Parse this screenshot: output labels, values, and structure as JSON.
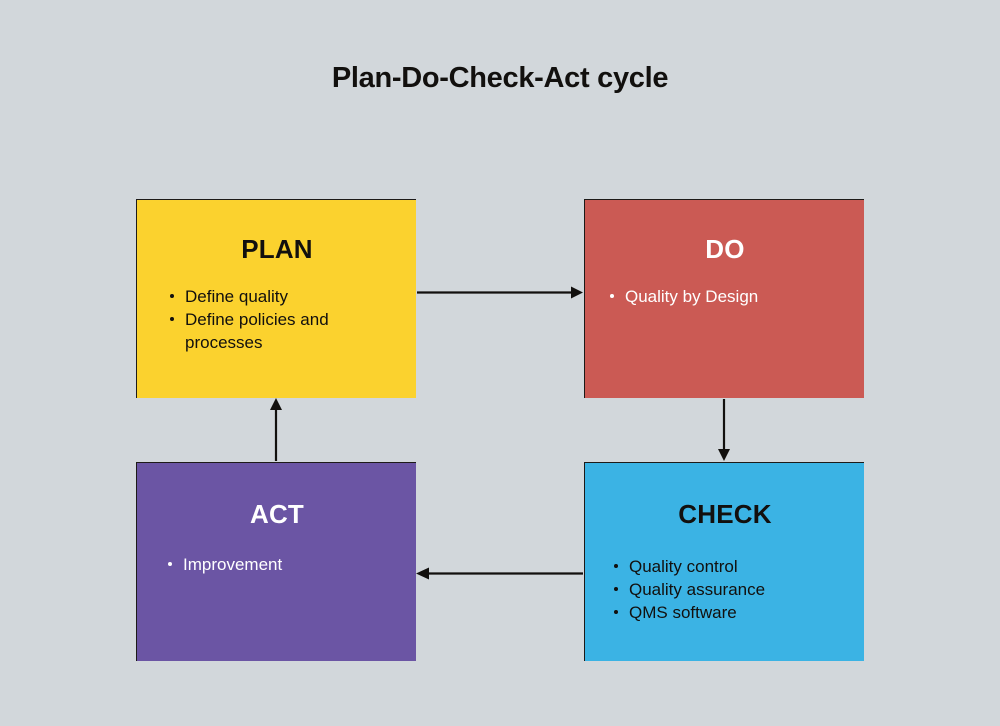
{
  "diagram": {
    "title": "Plan-Do-Check-Act cycle",
    "background_color": "#d2d7db",
    "type": "cycle-flow-diagram",
    "boxes": [
      {
        "id": "plan",
        "heading": "PLAN",
        "fill_color": "#fbd22e",
        "text_color": "#12100e",
        "items": [
          "Define quality",
          "Define policies and processes"
        ]
      },
      {
        "id": "do",
        "heading": "DO",
        "fill_color": "#cb5a54",
        "text_color": "#ffffff",
        "items": [
          "Quality by Design"
        ]
      },
      {
        "id": "check",
        "heading": "CHECK",
        "fill_color": "#3bb3e4",
        "text_color": "#12100e",
        "items": [
          "Quality control",
          "Quality assurance",
          "QMS software"
        ]
      },
      {
        "id": "act",
        "heading": "ACT",
        "fill_color": "#6b55a4",
        "text_color": "#ffffff",
        "items": [
          "Improvement"
        ]
      }
    ],
    "arrows": [
      {
        "id": "plan-to-do",
        "from": "plan",
        "to": "do",
        "direction": "right"
      },
      {
        "id": "do-to-check",
        "from": "do",
        "to": "check",
        "direction": "down"
      },
      {
        "id": "check-to-act",
        "from": "check",
        "to": "act",
        "direction": "left"
      },
      {
        "id": "act-to-plan",
        "from": "act",
        "to": "plan",
        "direction": "up"
      }
    ],
    "arrow_color": "#12100e"
  }
}
